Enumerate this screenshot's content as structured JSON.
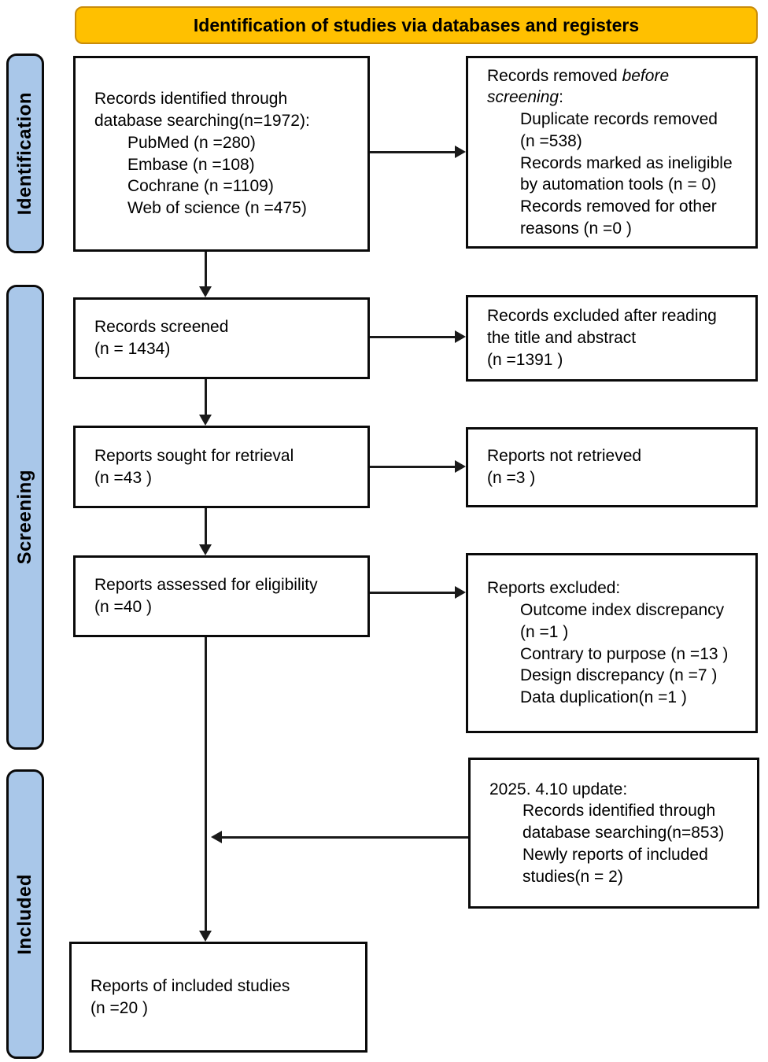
{
  "colors": {
    "banner_bg": "#FFC000",
    "banner_border": "#C98C0A",
    "stage_bg": "#A9C7E9",
    "line": "#1A1A1A"
  },
  "banner": {
    "label": "Identification of studies via databases and registers"
  },
  "stages": {
    "identification": {
      "label": "Identification"
    },
    "screening": {
      "label": "Screening"
    },
    "included": {
      "label": "Included"
    }
  },
  "boxes": {
    "identified": {
      "lines": [
        {
          "text": "Records identified through database searching(n=1972):"
        },
        {
          "text": "PubMed (n =280)",
          "indent": true
        },
        {
          "text": "Embase (n =108)",
          "indent": true
        },
        {
          "text": "Cochrane (n =1109)",
          "indent": true
        },
        {
          "text": "Web of science (n =475)",
          "indent": true
        }
      ]
    },
    "removed_before_screening": {
      "lines": [
        {
          "parts": [
            {
              "text": "Records removed "
            },
            {
              "text": "before screening",
              "italic": true
            },
            {
              "text": ":"
            }
          ]
        },
        {
          "text": "Duplicate records removed",
          "indent": true
        },
        {
          "text": "(n =538)",
          "indent": true
        },
        {
          "text": "Records marked as ineligible by automation tools (n = 0)",
          "indent": true
        },
        {
          "text": "Records removed for other reasons (n =0 )",
          "indent": true
        }
      ]
    },
    "screened": {
      "lines": [
        {
          "text": "Records screened"
        },
        {
          "text": "(n = 1434)"
        }
      ]
    },
    "excluded_title_abstract": {
      "lines": [
        {
          "text": "Records excluded after reading the title and abstract"
        },
        {
          "text": "(n =1391 )"
        }
      ]
    },
    "sought_retrieval": {
      "lines": [
        {
          "text": "Reports sought for retrieval"
        },
        {
          "text": "(n =43 )"
        }
      ]
    },
    "not_retrieved": {
      "lines": [
        {
          "text": "Reports not retrieved"
        },
        {
          "text": "(n =3 )"
        }
      ]
    },
    "assessed_eligibility": {
      "lines": [
        {
          "text": "Reports assessed for eligibility"
        },
        {
          "text": "(n =40 )"
        }
      ]
    },
    "excluded_reasons": {
      "lines": [
        {
          "text": "Reports excluded:"
        },
        {
          "text": "Outcome index discrepancy",
          "indent": true
        },
        {
          "text": "(n =1 )",
          "indent": true
        },
        {
          "text": "Contrary to purpose (n =13 )",
          "indent": true
        },
        {
          "text": "Design discrepancy (n =7 )",
          "indent": true
        },
        {
          "text": "Data duplication(n =1 )",
          "indent": true
        }
      ]
    },
    "update_2025": {
      "lines": [
        {
          "text": "2025. 4.10 update:"
        },
        {
          "text": "Records identified through database searching(n=853)",
          "indent": true
        },
        {
          "text": "Newly reports of included studies(n = 2)",
          "indent": true
        }
      ]
    },
    "included_reports": {
      "lines": [
        {
          "text": "Reports of included studies"
        },
        {
          "text": "(n =20 )"
        }
      ]
    }
  }
}
